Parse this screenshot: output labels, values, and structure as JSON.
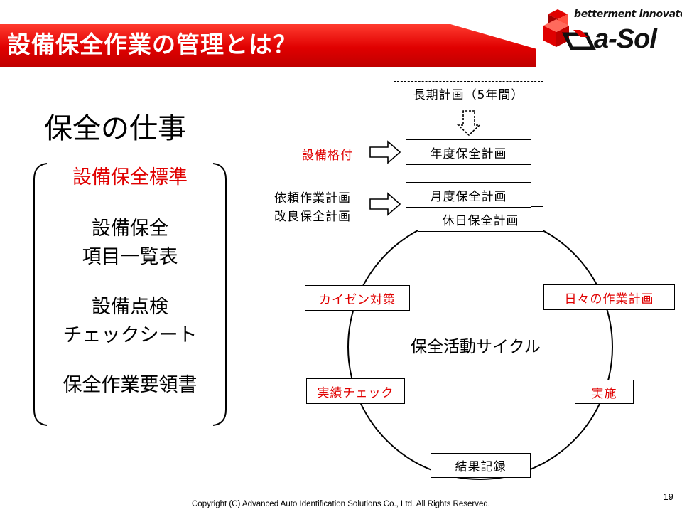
{
  "slide": {
    "title": "設備保全作業の管理とは？",
    "logo": {
      "tagline": "betterment innovator",
      "name": "a-Sol",
      "colors": {
        "accent": "#e00000",
        "mark": "#111111"
      }
    },
    "section_heading": "保全の仕事",
    "standards": {
      "items": [
        {
          "lines": [
            "設備保全標準"
          ],
          "highlight": true
        },
        {
          "lines": [
            "設備保全",
            "項目一覧表"
          ],
          "highlight": false
        },
        {
          "lines": [
            "設備点検",
            "チェックシート"
          ],
          "highlight": false
        },
        {
          "lines": [
            "保全作業要領書"
          ],
          "highlight": false
        }
      ]
    },
    "diagram": {
      "long_term_plan": "長期計画（5年間）",
      "annual_plan": "年度保全計画",
      "monthly_plan": "月度保全計画",
      "holiday_plan": "休日保全計画",
      "input_annual": "設備格付",
      "input_monthly": [
        "依頼作業計画",
        "改良保全計画"
      ],
      "cycle_label": "保全活動サイクル",
      "steps": {
        "daily_plan": "日々の作業計画",
        "execute": "実施",
        "record": "結果記録",
        "check": "実績チェック",
        "kaizen": "カイゼン対策"
      },
      "colors": {
        "highlight": "#e00000",
        "line": "#000000"
      }
    },
    "footer": "Copyright (C) Advanced Auto Identification Solutions Co., Ltd. All Rights Reserved.",
    "page_number": "19"
  }
}
